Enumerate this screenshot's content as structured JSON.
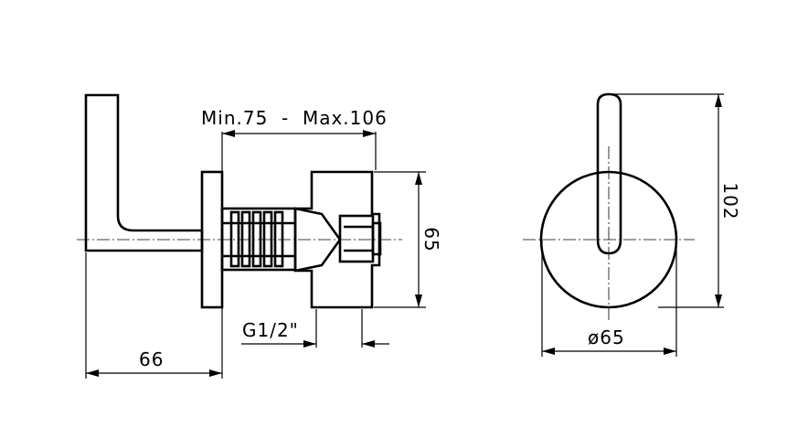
{
  "dimensions": {
    "projection": "Min.75  -  Max.106",
    "height_body": "65",
    "thread": "G1/2\"",
    "depth_handle": "66",
    "diameter": "ø65",
    "height_total": "102"
  }
}
